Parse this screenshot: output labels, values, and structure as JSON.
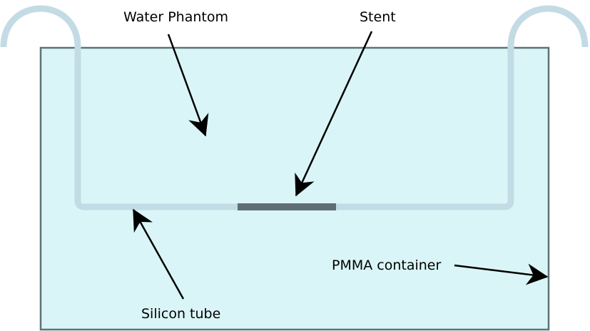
{
  "labels": {
    "water_phantom": "Water Phantom",
    "stent": "Stent",
    "silicon_tube": "Silicon tube",
    "pmma_container": "PMMA container"
  },
  "colors": {
    "water": "#daf5f7",
    "container_border": "#5f7377",
    "tube": "#c3dbe5",
    "stent": "#5f6e74",
    "arrow": "#000000"
  }
}
